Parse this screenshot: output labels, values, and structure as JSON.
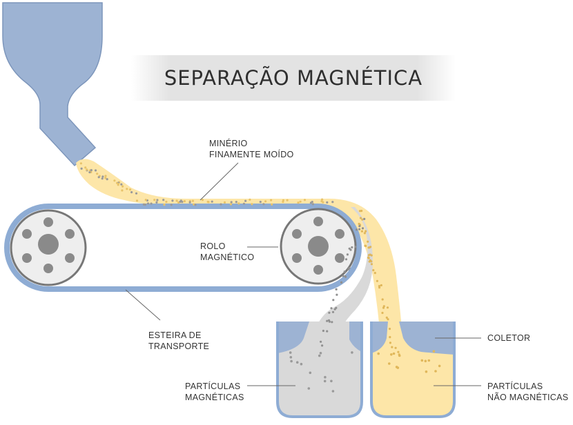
{
  "title": "SEPARAÇÃO MAGNÉTICA",
  "labels": {
    "ore_line1": "MINÉRIO",
    "ore_line2": "FINAMENTE MOÍDO",
    "roller_line1": "ROLO",
    "roller_line2": "MAGNÉTICO",
    "belt_line1": "ESTEIRA DE",
    "belt_line2": "TRANSPORTE",
    "collector": "COLETOR",
    "magnetic_line1": "PARTÍCULAS",
    "magnetic_line2": "MAGNÉTICAS",
    "nonmagnetic_line1": "PARTÍCULAS",
    "nonmagnetic_line2": "NÃO MAGNÉTICAS"
  },
  "colors": {
    "hopper": "#9db3d3",
    "belt": "#8eacd4",
    "ore_stream": "#fde6a8",
    "magnetic_particles": "#d9d9d9",
    "particle_dots": "#9a9a9a",
    "roller_disc": "#eeeeee",
    "roller_holes": "#8a8a8a",
    "collector_water": "#9db3d3"
  }
}
